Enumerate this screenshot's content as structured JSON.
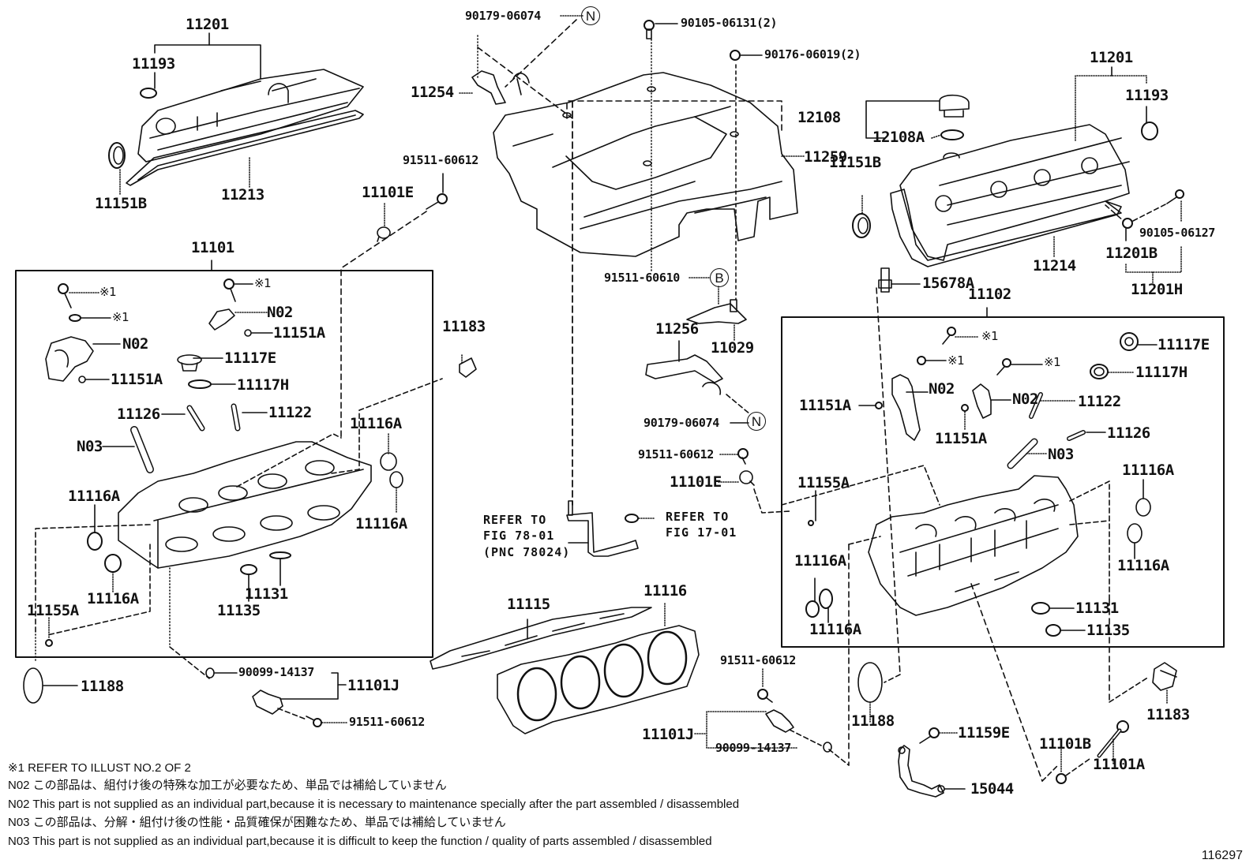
{
  "diagram": {
    "figure_number": "116297",
    "groups": [
      {
        "id": "left-head-assy",
        "label": "11101"
      },
      {
        "id": "right-head-assy",
        "label": "11102"
      }
    ]
  },
  "labels": {
    "p11201_l": "11201",
    "p11193_l": "11193",
    "p11151b_l": "11151B",
    "p11213": "11213",
    "p90179_top": "90179-06074",
    "p90105_06131": "90105-06131(2)",
    "p90176_06019": "90176-06019(2)",
    "p11254": "11254",
    "p11259": "11259",
    "p91511_top": "91511-60612",
    "p11101e_l": "11101E",
    "p11201_r": "11201",
    "p11193_r": "11193",
    "p12108": "12108",
    "p12108a": "12108A",
    "p11151b_r": "11151B",
    "p11214": "11214",
    "p90105_06127": "90105-06127",
    "p11201b": "11201B",
    "p11201h": "11201H",
    "p15678a": "15678A",
    "p11101": "11101",
    "l_kome1_a": "※1",
    "l_kome1_b": "※1",
    "l_kome1_c": "※1",
    "l_n02_a": "N02",
    "l_n02_b": "N02",
    "l_11151a_a": "11151A",
    "l_11151a_b": "11151A",
    "l_11117e": "11117E",
    "l_11117h": "11117H",
    "l_11126": "11126",
    "l_11122": "11122",
    "l_n03": "N03",
    "l_11116a_1": "11116A",
    "l_11116a_2": "11116A",
    "l_11116a_3": "11116A",
    "l_11116a_4": "11116A",
    "l_11131": "11131",
    "l_11135": "11135",
    "l_11155a": "11155A",
    "p11183_l": "11183",
    "p91511_60610": "91511-60610",
    "circle_b": "B",
    "circle_n1": "N",
    "circle_n2": "N",
    "p11256": "11256",
    "p11029": "11029",
    "p90179_mid": "90179-06074",
    "p91511_mid": "91511-60612",
    "p11101e_m": "11101E",
    "refer1_l1": "REFER TO",
    "refer1_l2": "FIG 78-01",
    "refer1_l3": "(PNC 78024)",
    "refer2_l1": "REFER TO",
    "refer2_l2": "FIG 17-01",
    "p11102": "11102",
    "r_kome1_a": "※1",
    "r_kome1_b": "※1",
    "r_kome1_c": "※1",
    "r_11117e": "11117E",
    "r_11117h": "11117H",
    "r_11151a_a": "11151A",
    "r_11151a_b": "11151A",
    "r_n02_a": "N02",
    "r_n02_b": "N02",
    "r_11122": "11122",
    "r_11126": "11126",
    "r_n03": "N03",
    "r_11155a": "11155A",
    "r_11116a_1": "11116A",
    "r_11116a_2": "11116A",
    "r_11116a_3": "11116A",
    "r_11116a_4": "11116A",
    "r_11131": "11131",
    "r_11135": "11135",
    "p11115": "11115",
    "p11116": "11116",
    "p11188_l": "11188",
    "p90099_l": "90099-14137",
    "p11101j_l": "11101J",
    "p91511_bl": "91511-60612",
    "p91511_bm": "91511-60612",
    "p11101j_m": "11101J",
    "p90099_m": "90099-14137",
    "p11188_r": "11188",
    "p11159e": "11159E",
    "p15044": "15044",
    "p11101b": "11101B",
    "p11101a": "11101A",
    "p11183_r": "11183"
  },
  "notes": [
    "※1 REFER TO ILLUST NO.2 OF 2",
    "N02 この部品は、組付け後の特殊な加工が必要なため、単品では補給していません",
    "N02 This part is not supplied as an individual part,because it is necessary to maintenance specially after the part assembled / disassembled",
    "N03 この部品は、分解・組付け後の性能・品質確保が困難なため、単品では補給していません",
    "N03 This part is not supplied as an individual part,because it is difficult to keep the function / quality of parts assembled / disassembled"
  ]
}
